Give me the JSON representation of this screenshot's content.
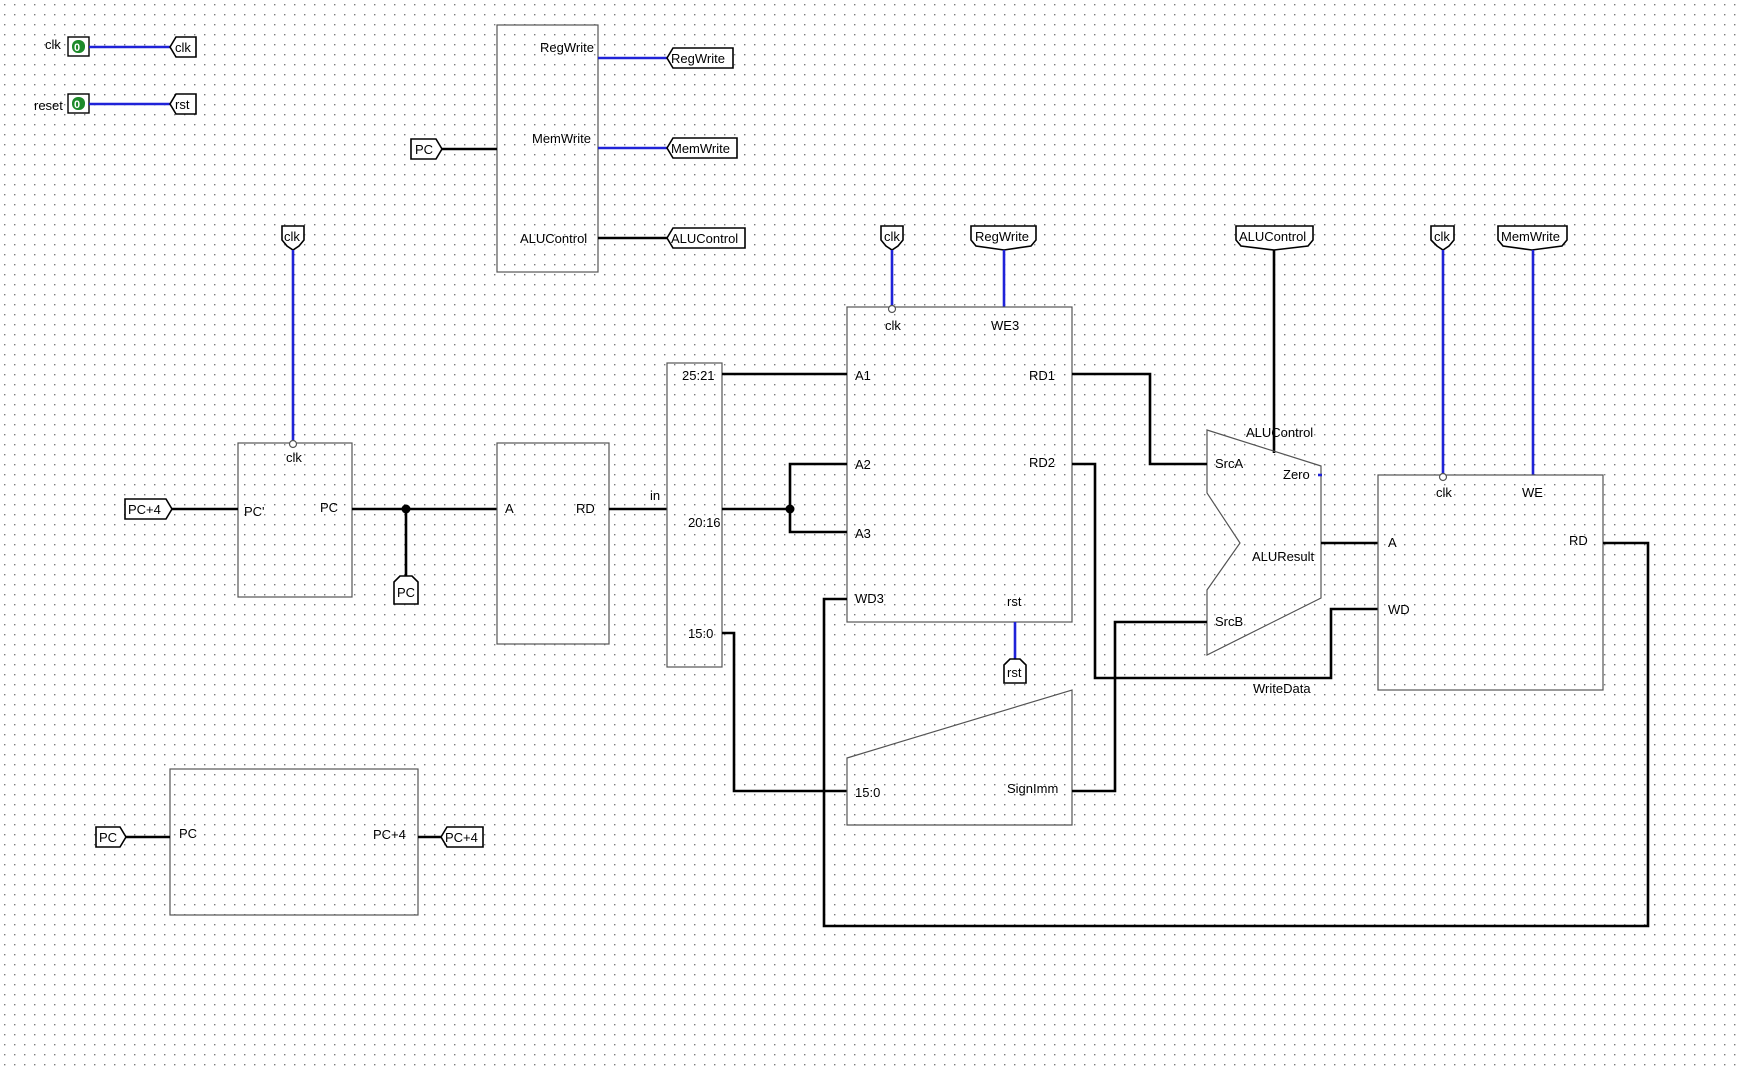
{
  "inputs": {
    "clk": {
      "label": "clk",
      "value": "0",
      "tunnel": "clk"
    },
    "reset": {
      "label": "reset",
      "value": "0",
      "tunnel": "rst"
    }
  },
  "control_unit": {
    "signals": [
      "RegWrite",
      "MemWrite",
      "ALUControl"
    ],
    "input_tunnel": "PC",
    "output_tunnels": [
      "RegWrite",
      "MemWrite",
      "ALUControl"
    ]
  },
  "pc_register": {
    "clk_tunnel": "clk",
    "clk_pin": "clk",
    "input_pin": "PC'",
    "output_pin": "PC",
    "input_tunnel": "PC+4",
    "branch_tunnel": "PC"
  },
  "instruction_memory": {
    "pin_a": "A",
    "pin_rd": "RD"
  },
  "splitter": {
    "input_label": "in",
    "fields": [
      "25:21",
      "20:16",
      "15:0"
    ]
  },
  "register_file": {
    "clk_tunnel": "clk",
    "we_tunnel": "RegWrite",
    "rst_tunnel": "rst",
    "pins": {
      "clk": "clk",
      "we3": "WE3",
      "a1": "A1",
      "a2": "A2",
      "a3": "A3",
      "wd3": "WD3",
      "rd1": "RD1",
      "rd2": "RD2",
      "rst": "rst"
    }
  },
  "alu": {
    "control_tunnel": "ALUControl",
    "pins": {
      "control": "ALUControl",
      "srca": "SrcA",
      "srcb": "SrcB",
      "zero": "Zero",
      "result": "ALUResult"
    },
    "write_data_label": "WriteData"
  },
  "sign_extend": {
    "pin_in": "15:0",
    "pin_out": "SignImm"
  },
  "data_memory": {
    "clk_tunnel": "clk",
    "we_tunnel": "MemWrite",
    "pins": {
      "clk": "clk",
      "we": "WE",
      "a": "A",
      "wd": "WD",
      "rd": "RD"
    }
  },
  "pc_adder": {
    "pin_in": "PC",
    "pin_out": "PC+4",
    "input_tunnel": "PC",
    "output_tunnel": "PC+4"
  }
}
